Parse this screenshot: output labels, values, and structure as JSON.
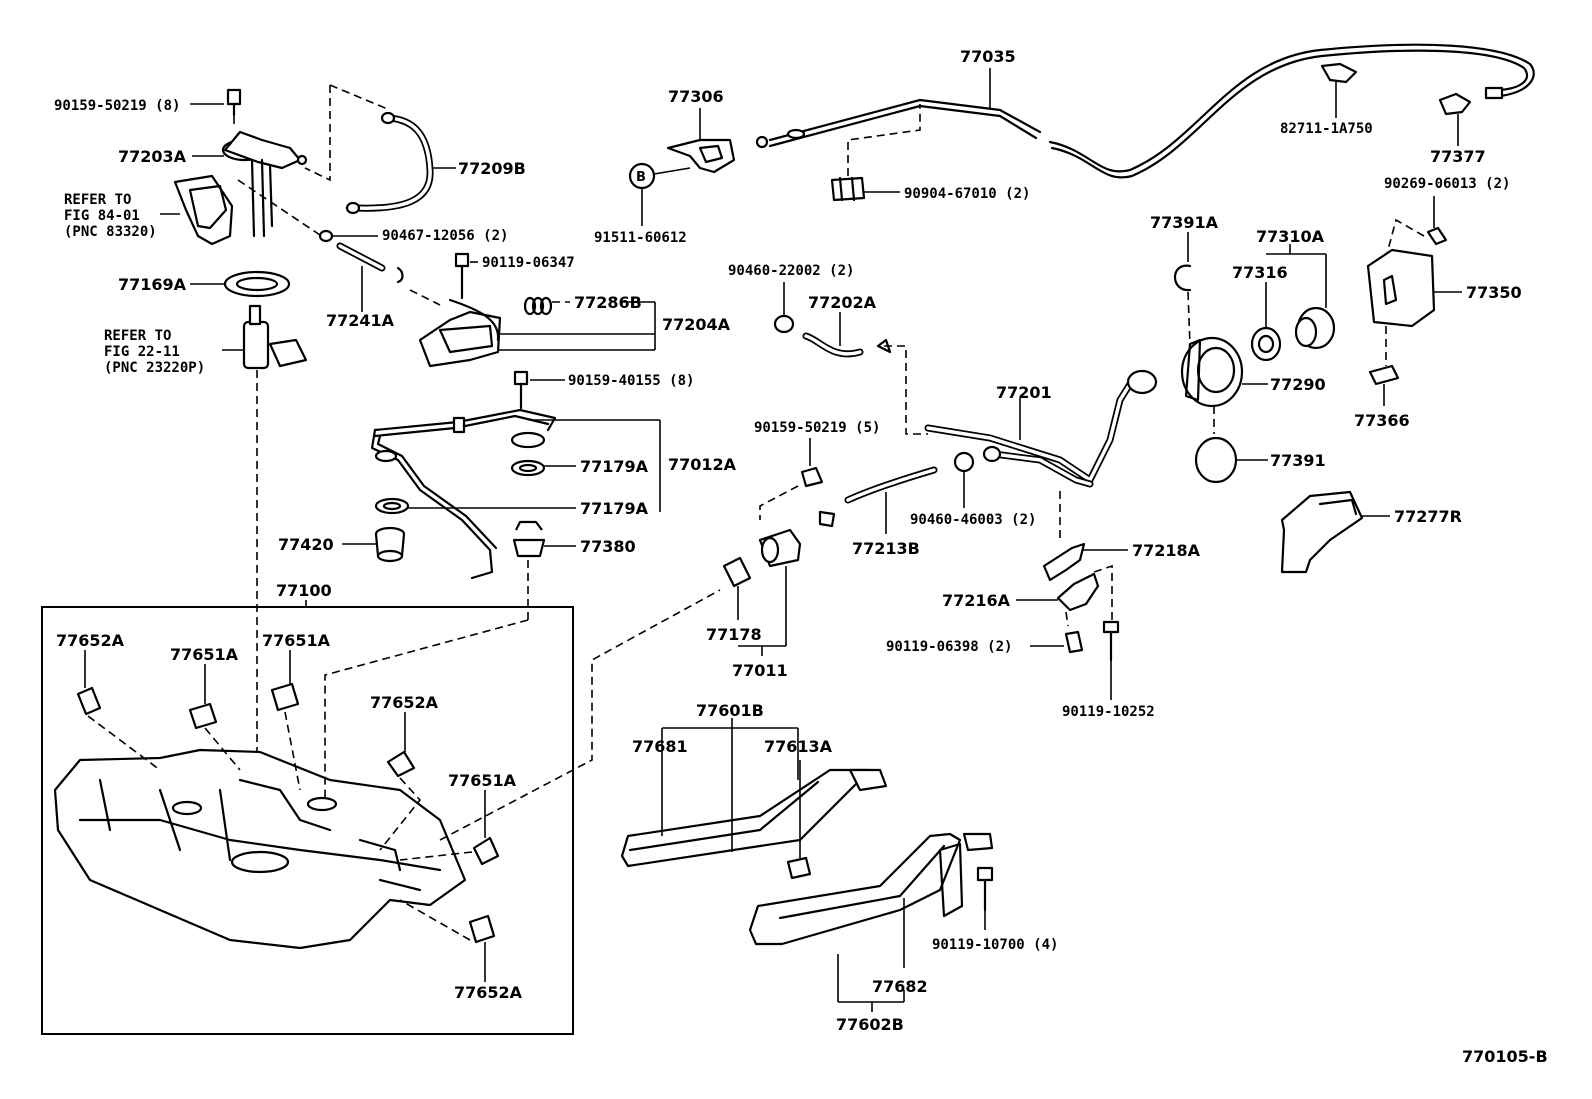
{
  "diagram_id": "770105-B",
  "labels": {
    "p90159_50219_8": "90159-50219 (8)",
    "p77203A": "77203A",
    "p77209B": "77209B",
    "refer1": [
      "REFER TO",
      "FIG 84-01",
      "(PNC 83320)"
    ],
    "p90467_12056": "90467-12056 (2)",
    "p77169A": "77169A",
    "p77241A": "77241A",
    "refer2": [
      "REFER TO",
      "FIG 22-11",
      "(PNC 23220P)"
    ],
    "p90119_06347": "90119-06347",
    "p77286B": "77286B",
    "p77204A": "77204A",
    "p90159_40155": "90159-40155 (8)",
    "p77179A_1": "77179A",
    "p77012A": "77012A",
    "p77179A_2": "77179A",
    "p77420": "77420",
    "p77380": "77380",
    "p77100": "77100",
    "p77652A_1": "77652A",
    "p77651A_1": "77651A",
    "p77651A_2": "77651A",
    "p77652A_2": "77652A",
    "p77651A_3": "77651A",
    "p77652A_3": "77652A",
    "p77306": "77306",
    "p91511_60612": "91511-60612",
    "circle_b": "B",
    "p77035": "77035",
    "p90904_67010": "90904-67010 (2)",
    "p82711_1A750": "82711-1A750",
    "p77377": "77377",
    "p90269_06013": "90269-06013 (2)",
    "p90460_22002": "90460-22002 (2)",
    "p77202A": "77202A",
    "p77391A": "77391A",
    "p77310A": "77310A",
    "p77316": "77316",
    "p77350": "77350",
    "p77290": "77290",
    "p77366": "77366",
    "p77201": "77201",
    "p77391": "77391",
    "p90159_50219_5": "90159-50219 (5)",
    "p77213B": "77213B",
    "p90460_46003": "90460-46003 (2)",
    "p77218A": "77218A",
    "p77216A": "77216A",
    "p90119_06398": "90119-06398 (2)",
    "p90119_10252": "90119-10252",
    "p77178": "77178",
    "p77011": "77011",
    "p77277R": "77277R",
    "p77601B": "77601B",
    "p77681": "77681",
    "p77613A": "77613A",
    "p90119_10700": "90119-10700 (4)",
    "p77682": "77682",
    "p77602B": "77602B"
  }
}
